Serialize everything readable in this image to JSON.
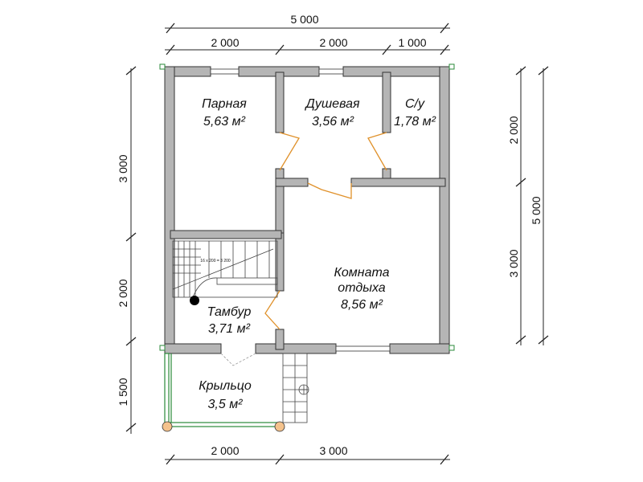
{
  "dimensions": {
    "top_total": "5 000",
    "top_1": "2 000",
    "top_2": "2 000",
    "top_3": "1 000",
    "left_1": "3 000",
    "left_2": "2 000",
    "left_3": "1 500",
    "right_1": "2 000",
    "right_2": "3 000",
    "right_total": "5 000",
    "bottom_1": "2 000",
    "bottom_2": "3 000"
  },
  "rooms": {
    "parnaya": {
      "name": "Парная",
      "area": "5,63 м²"
    },
    "dushevaya": {
      "name": "Душевая",
      "area": "3,56 м²"
    },
    "su": {
      "name": "С/у",
      "area": "1,78 м²"
    },
    "komnata": {
      "name_1": "Комната",
      "name_2": "отдыха",
      "area": "8,56 м²"
    },
    "tambur": {
      "name": "Тамбур",
      "area": "3,71 м²"
    },
    "krylco": {
      "name": "Крыльцо",
      "area": "3,5 м²"
    }
  },
  "stair_label": "16 x 200 = 3 200",
  "colors": {
    "wall": "#b5b5b5",
    "door": "#e0912a",
    "porch": "#2a8a3a",
    "post": "#f4c28c"
  }
}
